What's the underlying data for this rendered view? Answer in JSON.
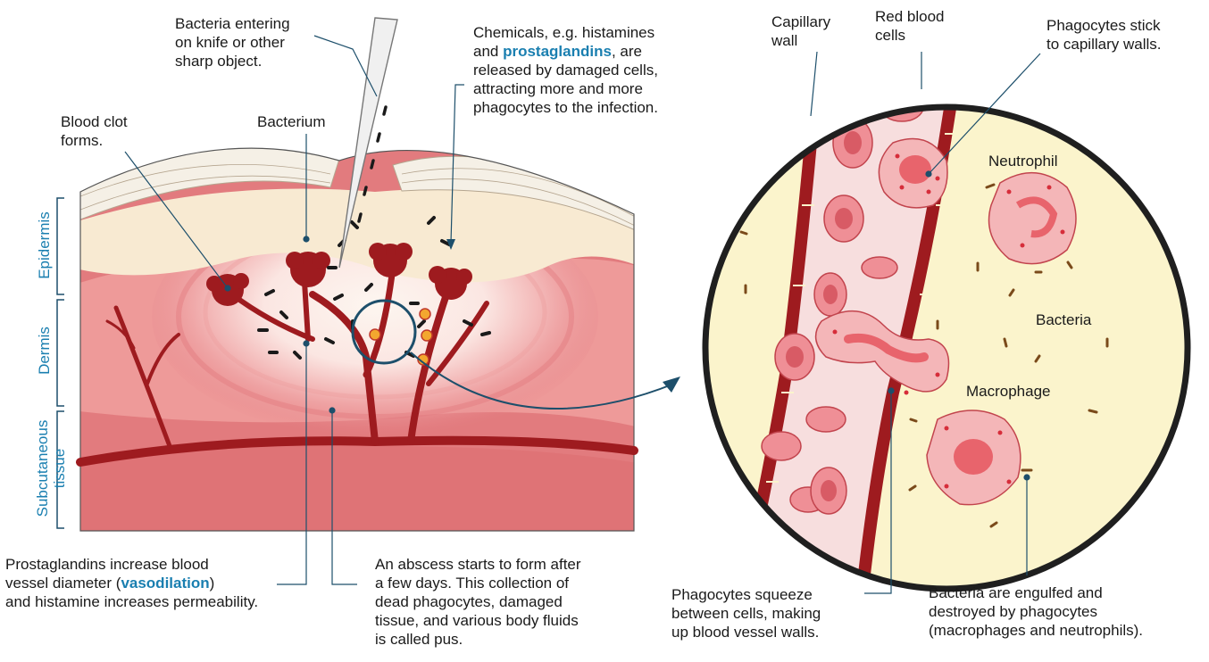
{
  "layers": {
    "epidermis": "Epidermis",
    "dermis": "Dermis",
    "subcutaneous_1": "Subcutaneous",
    "subcutaneous_2": "tissue"
  },
  "labels": {
    "bacteria_entering": [
      "Bacteria entering",
      "on knife or other",
      "sharp object."
    ],
    "blood_clot": [
      "Blood clot",
      "forms."
    ],
    "bacterium": "Bacterium",
    "chemicals": {
      "line1": "Chemicals, e.g. histamines",
      "line2_pre": "and ",
      "line2_term": "prostaglandins",
      "line2_post": ", are",
      "line3": "released by damaged cells,",
      "line4": "attracting more and more",
      "line5": "phagocytes to the infection."
    },
    "prostaglandins_increase": {
      "line1": "Prostaglandins increase blood",
      "line2_pre": "vessel diameter (",
      "line2_term": "vasodilation",
      "line2_post": ")",
      "line3": "and histamine increases permeability."
    },
    "abscess": [
      "An abscess starts to form after",
      "a few days. This collection of",
      "dead phagocytes, damaged",
      "tissue, and various body fluids",
      "is called pus."
    ],
    "capillary_wall": [
      "Capillary",
      "wall"
    ],
    "red_blood_cells": [
      "Red blood",
      "cells"
    ],
    "phagocytes_stick": [
      "Phagocytes stick",
      "to capillary walls."
    ],
    "neutrophil": "Neutrophil",
    "bacteria": "Bacteria",
    "macrophage": "Macrophage",
    "phagocytes_squeeze": [
      "Phagocytes squeeze",
      "between cells, making",
      "up blood vessel walls."
    ],
    "bacteria_engulfed": [
      "Bacteria are engulfed and",
      "destroyed by phagocytes",
      "(macrophages and neutrophils)."
    ]
  },
  "colors": {
    "highlight": "#1a7fb0",
    "vessel": "#9e1b1f",
    "skin_surface": "#f6e9d2",
    "dermis": "#e9888a",
    "circle_background": "#fbf4cc",
    "leader_line": "#1d4f6b"
  }
}
